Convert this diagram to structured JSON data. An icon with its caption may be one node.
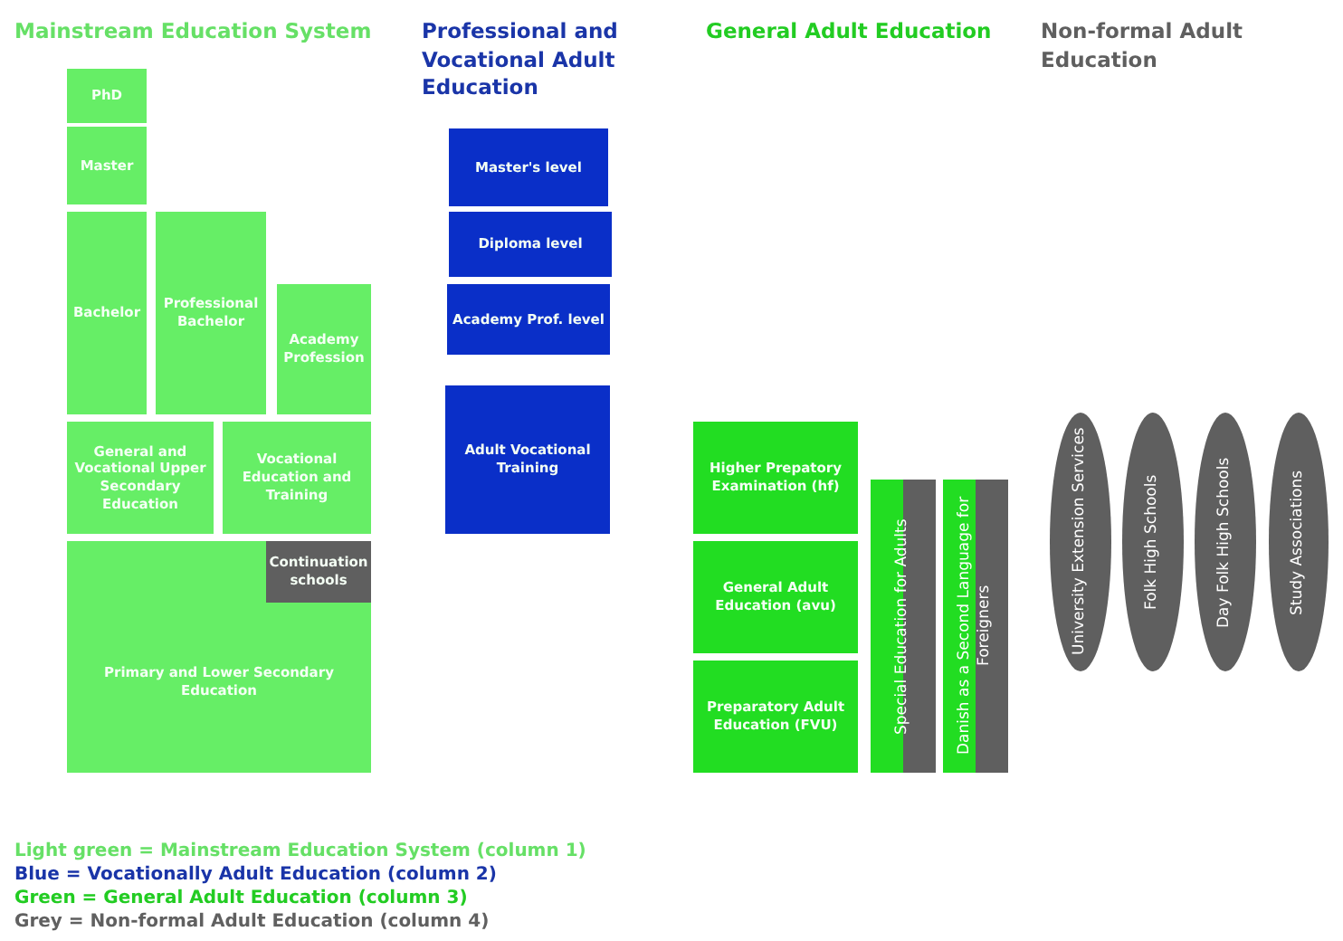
{
  "diagram": {
    "nodes": [
      {
        "text": [
          "PhD"
        ]
      },
      {
        "text": [
          "Master"
        ]
      },
      {
        "text": [
          "Bachelor"
        ]
      },
      {
        "text": [
          "Professional Bachelor"
        ]
      },
      {
        "text": [
          "Academy Profession"
        ]
      },
      {
        "text": [
          "General and Vocational Upper Secondary Education"
        ]
      },
      {
        "text": [
          "Vocational Education and Training"
        ]
      },
      {
        "text": [
          "Primary and Lower Secondary Education"
        ]
      },
      {
        "text": [
          "Continuation schools"
        ],
        "in": 7
      },
      {
        "text": [
          "Master's level"
        ]
      },
      {
        "text": [
          "Diploma level"
        ]
      },
      {
        "text": [
          "Academy Prof. level"
        ]
      },
      {
        "text": [
          "Adult Vocational Training"
        ]
      },
      {
        "text": [
          "Higher Prepatory Examination (hf)"
        ]
      },
      {
        "text": [
          "General Adult Education (avu)"
        ]
      },
      {
        "text": [
          "Preparatory Adult Education (FVU)"
        ]
      },
      {
        "text": [
          "Special Education for Adults"
        ]
      },
      {
        "text": [
          "Danish as a Second Language for Foreigners"
        ]
      },
      {
        "text": [
          "University Extension Services"
        ]
      },
      {
        "text": [
          "Folk High Schools"
        ]
      },
      {
        "text": [
          "Day Folk High Schools"
        ]
      },
      {
        "text": [
          "Study Associations"
        ]
      }
    ],
    "edges": [],
    "labels": [
      "Mainstream Education System",
      "Professional and Vocational Adult Education",
      "General Adult Education",
      "Non-formal Adult Education"
    ],
    "legend": [
      {
        "text": "Light green = Mainstream Education System (column 1)",
        "color": "#66e066"
      },
      {
        "text": "Blue = Vocationally Adult Education (column 2)",
        "color": "#1a35a8"
      },
      {
        "text": "Green = General Adult Education (column 3)",
        "color": "#22cc22"
      },
      {
        "text": "Grey = Non-formal Adult Education (column 4)",
        "color": "#606060"
      }
    ]
  }
}
